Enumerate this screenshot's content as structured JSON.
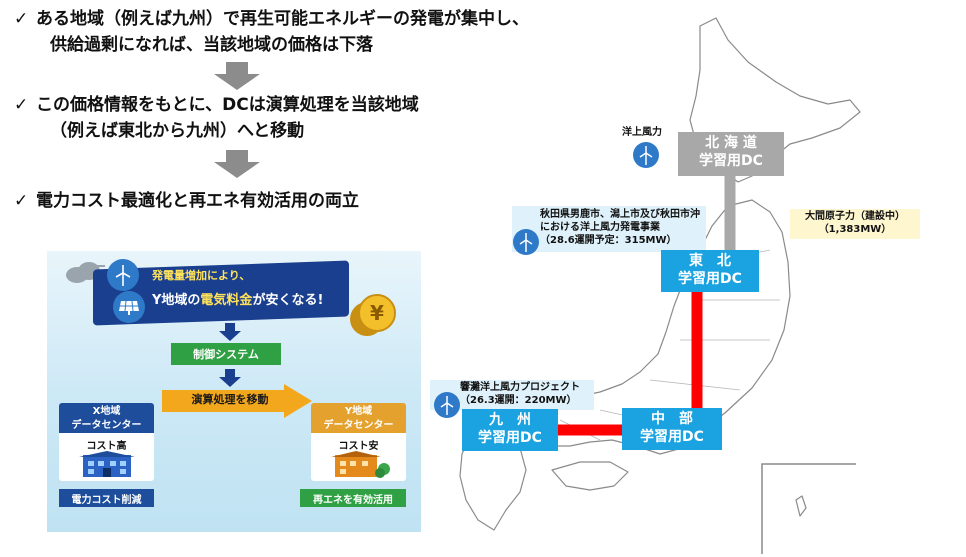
{
  "bullets": [
    {
      "check": "✓",
      "line1": "ある地域（例えば九州）で再生可能エネルギーの発電が集中し、",
      "line2": "供給過剰になれば、当該地域の価格は下落"
    },
    {
      "check": "✓",
      "line1": "この価格情報をもとに、DCは演算処理を当該地域",
      "line2": "（例えば東北から九州）へと移動"
    },
    {
      "check": "✓",
      "line1": "電力コスト最適化と再エネ有効活用の両立",
      "line2": ""
    }
  ],
  "infographic": {
    "banner_line1": "発電量増加により、",
    "banner_line2_pre": "Y地域の",
    "banner_line2_hl": "電気料金",
    "banner_line2_post": "が安くなる!",
    "coin_symbol": "¥",
    "control_system": "制御システム",
    "move_label": "演算処理を移動",
    "x_dc": {
      "title1": "X地域",
      "title2": "データセンター",
      "cost": "コスト高",
      "tag": "電力コスト削減"
    },
    "y_dc": {
      "title1": "Y地域",
      "title2": "データセンター",
      "cost": "コスト安",
      "tag": "再エネを有効活用"
    }
  },
  "map": {
    "offshore_label": "洋上風力",
    "dc_hokkaido": {
      "line1": "北 海 道",
      "line2": "学習用DC"
    },
    "dc_tohoku": {
      "line1": "東　北",
      "line2": "学習用DC"
    },
    "dc_chubu": {
      "line1": "中　部",
      "line2": "学習用DC"
    },
    "dc_kyushu": {
      "line1": "九　州",
      "line2": "学習用DC"
    },
    "akita": {
      "line1": "秋田県男鹿市、潟上市及び秋田市沖",
      "line2": "における洋上風力発電事業",
      "line3": "（28.6運開予定：315MW）"
    },
    "hibiki": {
      "line1": "響灘洋上風力プロジェクト",
      "line2": "（26.3運開：220MW）"
    },
    "oma": {
      "line1": "大間原子力（建設中）",
      "line2": "（1,383MW）"
    }
  },
  "colors": {
    "dc_blue": "#1aa3e0",
    "link_red": "#ff0000",
    "link_gray": "#a8a8a8",
    "map_gray": "#999999"
  }
}
